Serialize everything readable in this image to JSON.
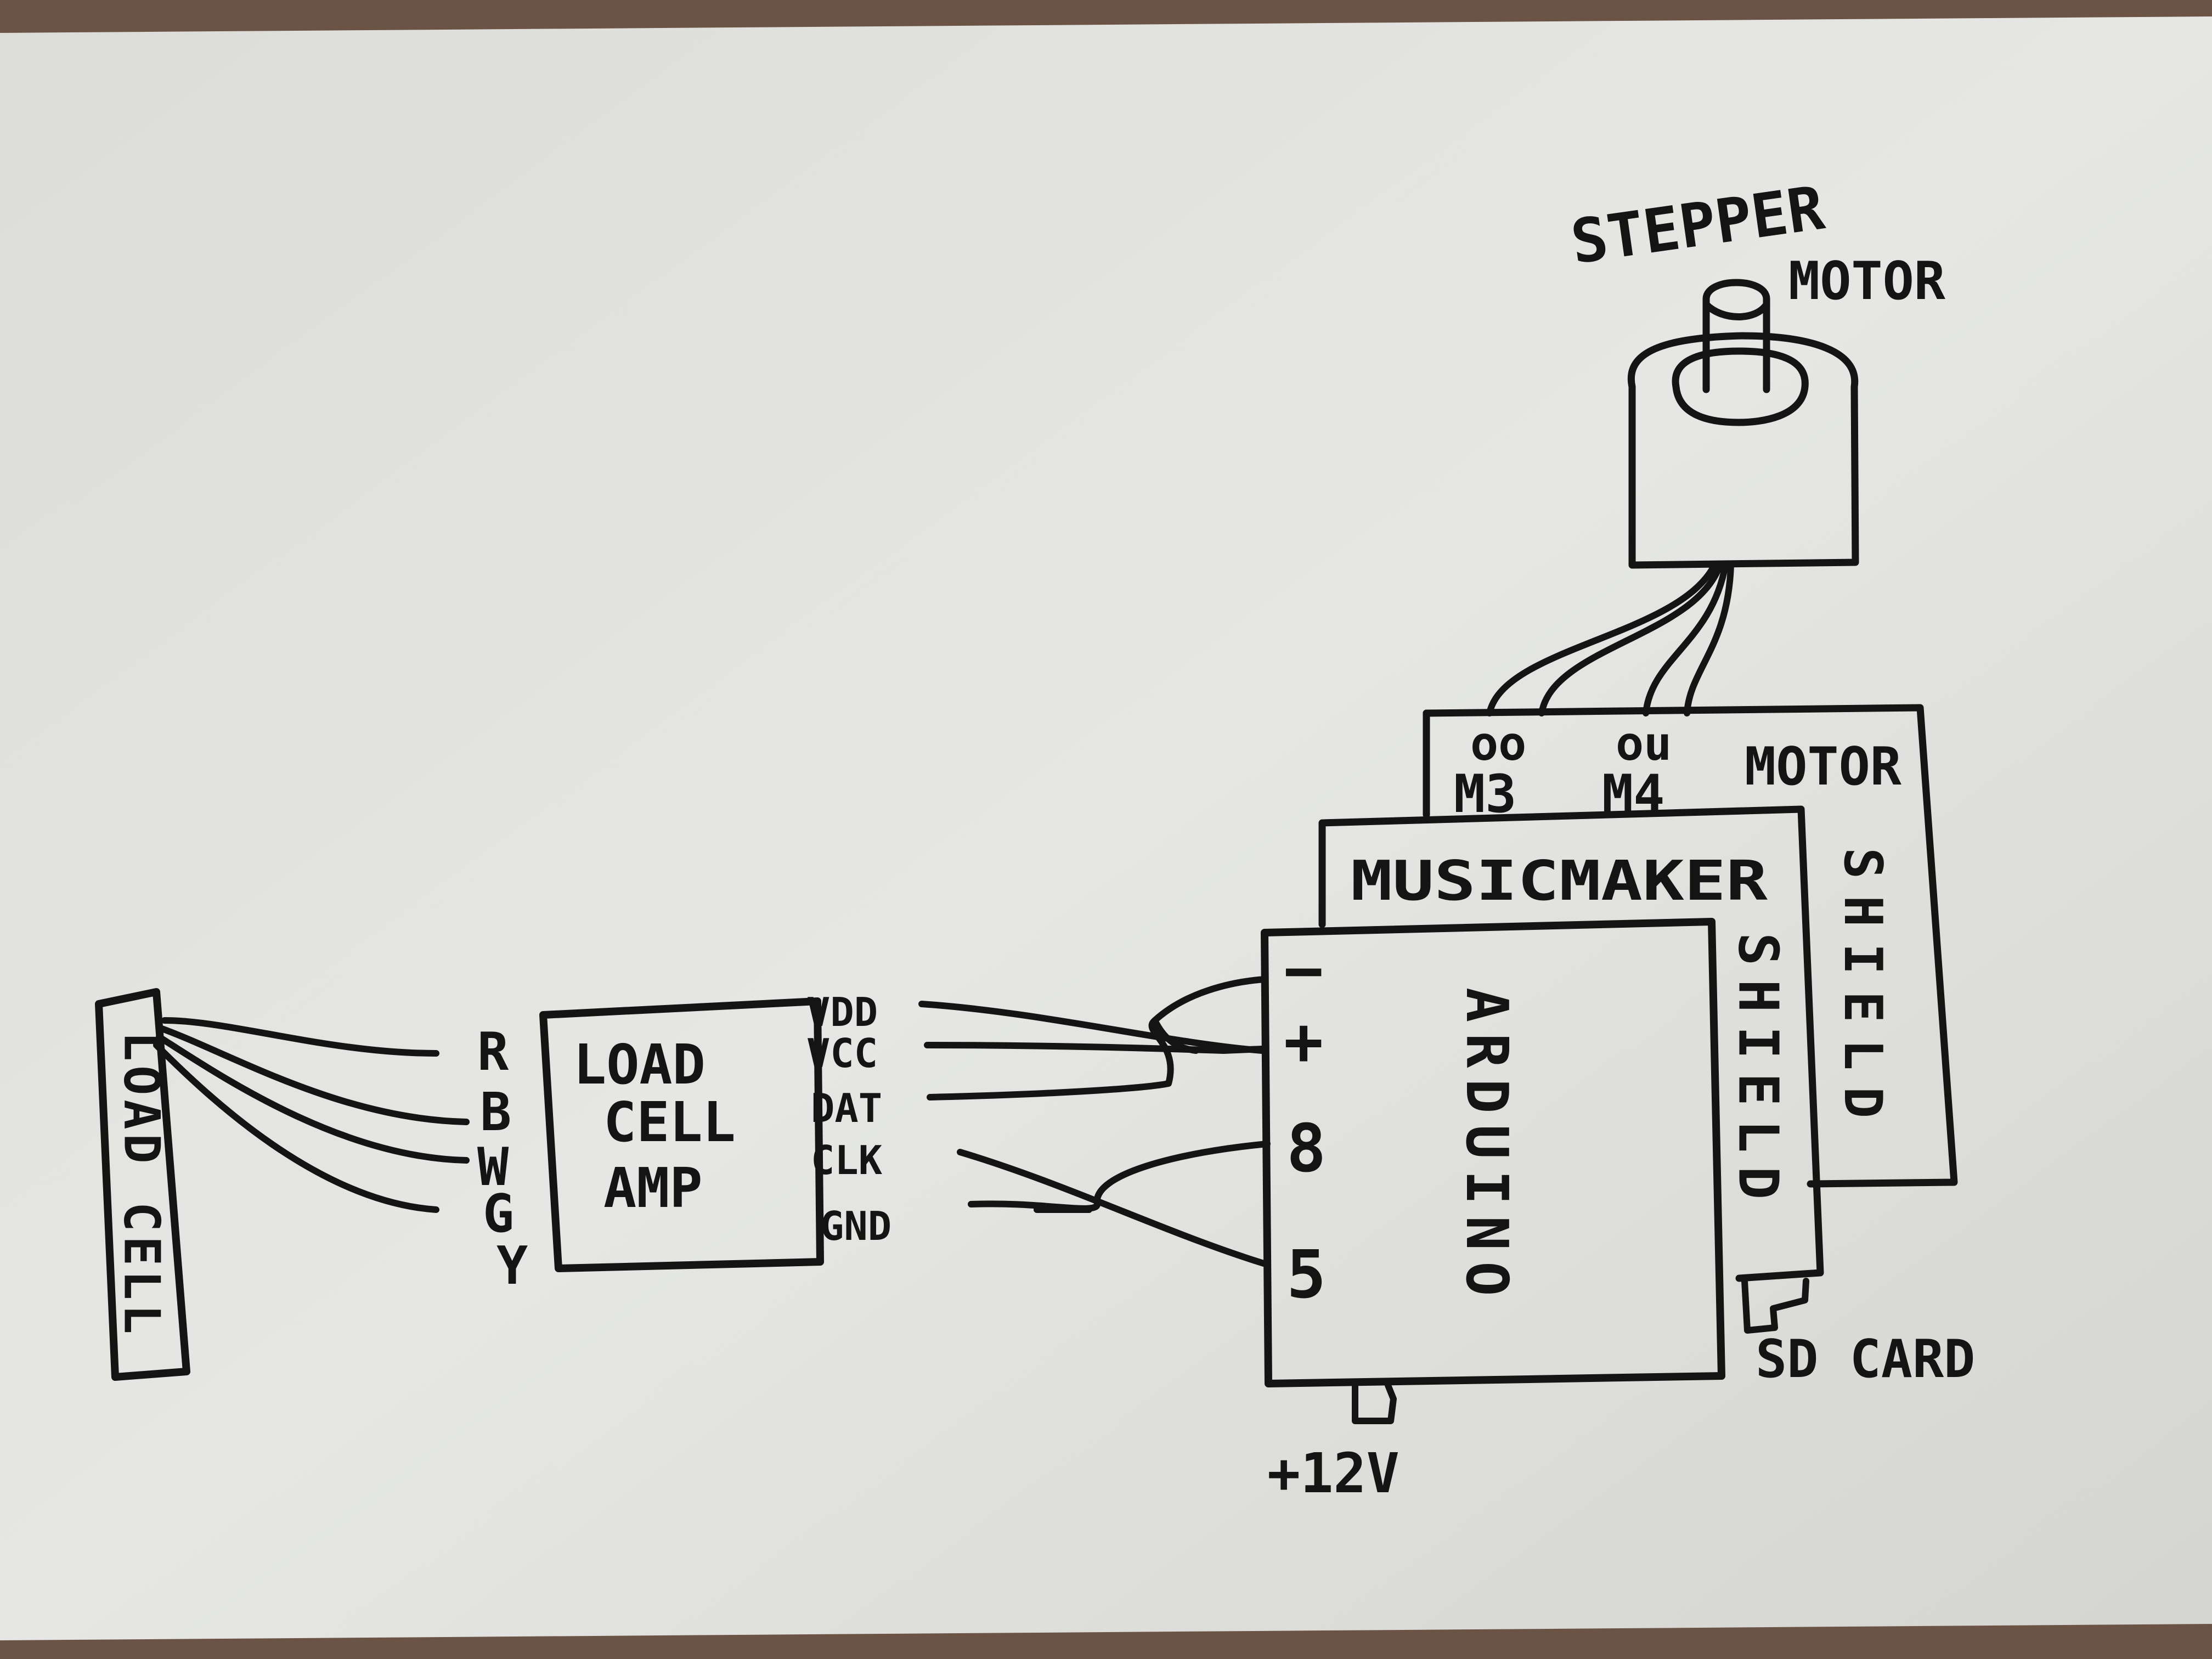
{
  "stepper_motor": {
    "label_line1": "STEPPER",
    "label_line2": "MOTOR"
  },
  "motor_shield": {
    "label_line1": "MOTOR",
    "label_line2": "SHIELD",
    "port_m3": "M3",
    "port_m4": "M4",
    "port_m3_holes": "oo",
    "port_m4_holes": "ou"
  },
  "music_maker_shield": {
    "label_line1": "MUSICMAKER",
    "label_line2": "SHIELD",
    "sd_card_label": "SD CARD"
  },
  "arduino": {
    "label": "ARDUINO",
    "pins": [
      "−",
      "+",
      "8",
      "5"
    ],
    "power_label": "+12V"
  },
  "load_cell": {
    "label": "LOAD CELL"
  },
  "load_cell_amp": {
    "label_line1": "LOAD",
    "label_line2": "CELL",
    "label_line3": "AMP",
    "input_pins": [
      "R",
      "B",
      "W",
      "G",
      "Y"
    ],
    "output_pins": [
      "VDD",
      "VCC",
      "DAT",
      "CLK",
      "GND"
    ]
  },
  "colors": {
    "ink": "#141414",
    "paper": "#e4e5e2",
    "background": "#6b5446"
  }
}
